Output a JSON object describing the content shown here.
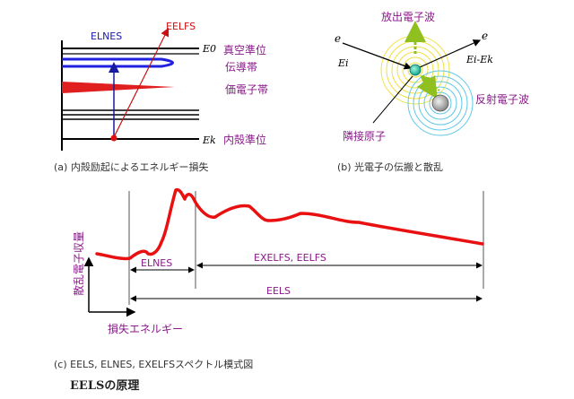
{
  "panel_a": {
    "label_elnes": "ELNES",
    "label_eelfs": "EELFS",
    "label_e0": "E0",
    "label_ek": "Ek",
    "level_vacuum": "真空準位",
    "level_conduction": "伝導帯",
    "level_valence": "価電子帯",
    "level_core": "内殻準位",
    "caption": "(a)  内殻励起によるエネルギー損失",
    "colors": {
      "elnes": "#1a1aa0",
      "eelfs": "#cc1010"
    }
  },
  "panel_b": {
    "label_emitted_wave": "放出電子波",
    "label_reflected_wave": "反射電子波",
    "label_neighbor_atom": "隣接原子",
    "label_e_in": "e",
    "label_e_out": "e",
    "label_ei": "Ei",
    "label_ei_ek": "Ei-Ek",
    "caption": "(b) 光電子の伝搬と散乱",
    "colors": {
      "wave": "#f0e040",
      "scatter": "#60c8e8",
      "atom": "#20c0a0",
      "arrow": "#90c020",
      "text": "#8a1a8a"
    }
  },
  "panel_c": {
    "ylabel": "散乱電子収量",
    "xlabel": "損失エネルギー",
    "label_elnes": "ELNES",
    "label_exelfs": "EXELFS, EELFS",
    "label_eels": "EELS",
    "caption": "(c)  EELS, ELNES, EXELFSスペクトル模式図",
    "colors": {
      "spectrum": "#e81010",
      "text": "#8a1a8a"
    }
  },
  "figure_title": "EELSの原理"
}
